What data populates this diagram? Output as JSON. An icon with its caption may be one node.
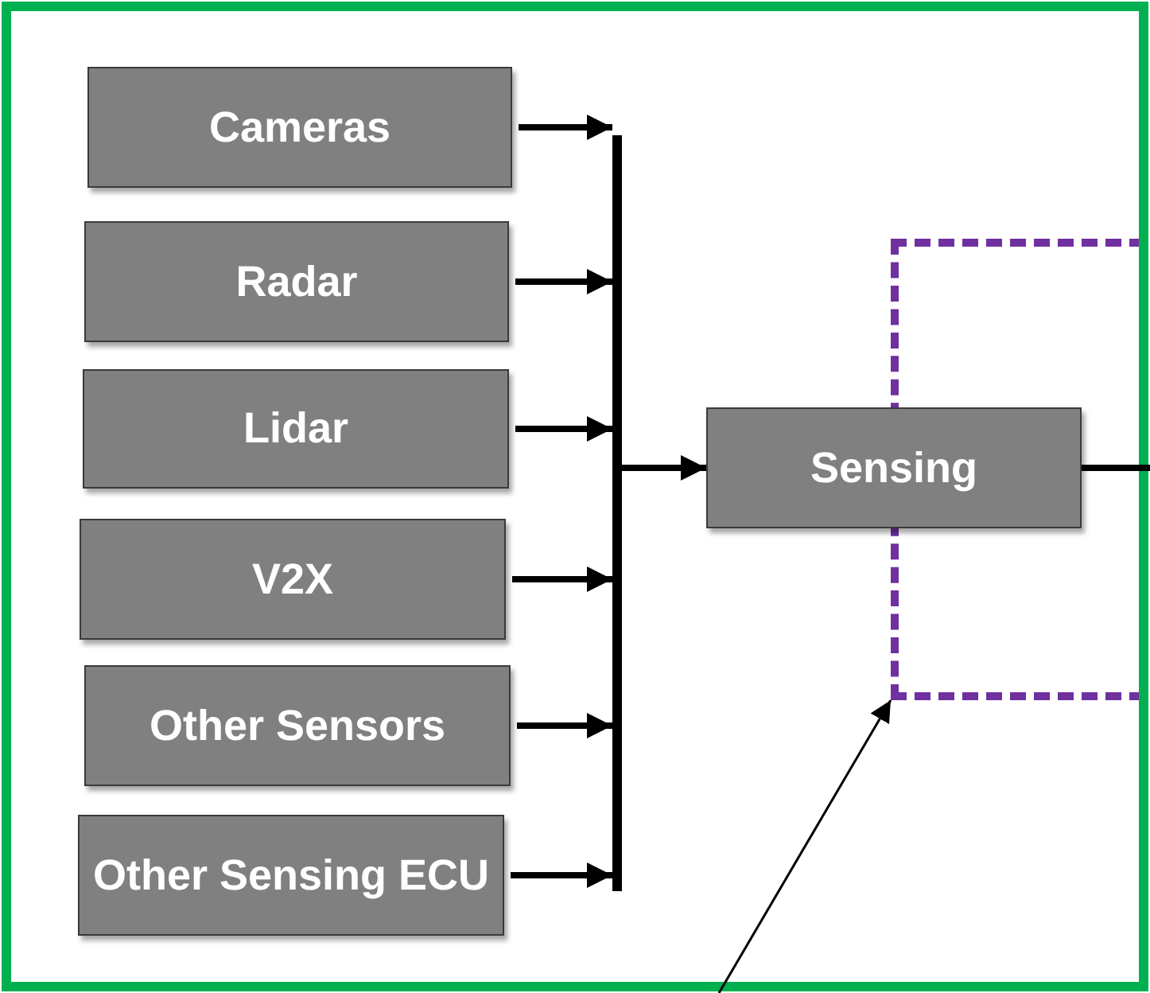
{
  "diagram": {
    "nodes": [
      {
        "text": [
          "Cameras"
        ]
      },
      {
        "text": [
          "Radar"
        ]
      },
      {
        "text": [
          "Lidar"
        ]
      },
      {
        "text": [
          "V2X"
        ]
      },
      {
        "text": [
          "Other Sensors"
        ]
      },
      {
        "text": [
          "Other Sensing ECU"
        ]
      },
      {
        "text": [],
        "shape": "bar"
      },
      {
        "text": [
          "Sensing"
        ]
      },
      {
        "text": [],
        "shape": "box"
      }
    ],
    "edges": [
      {
        "from": 0,
        "to": 6,
        "arrow": "to"
      },
      {
        "from": 1,
        "to": 6,
        "arrow": "to"
      },
      {
        "from": 2,
        "to": 6,
        "arrow": "to"
      },
      {
        "from": 3,
        "to": 6,
        "arrow": "to"
      },
      {
        "from": 4,
        "to": 6,
        "arrow": "to"
      },
      {
        "from": 5,
        "to": 6,
        "arrow": "to"
      },
      {
        "from": 6,
        "to": 7,
        "arrow": "to"
      },
      {
        "from": 7,
        "to": 8,
        "arrow": "none"
      },
      {
        "from": null,
        "to": 8,
        "arrow": "to"
      }
    ]
  }
}
